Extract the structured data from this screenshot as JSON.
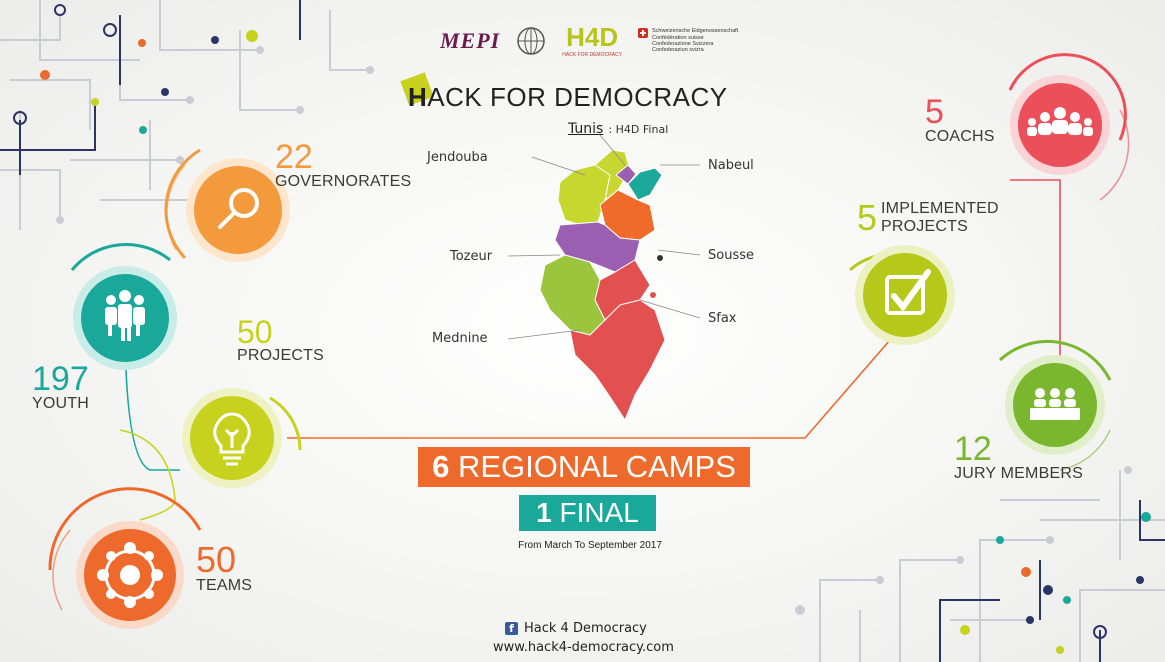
{
  "logos": {
    "mepi": "MEPI",
    "h4d_main": "H4D",
    "h4d_sub": "HACK FOR DEMOCRACY",
    "swiss_lines": [
      "Schweizerische Eidgenossenschaft",
      "Confédération suisse",
      "Confederazione Svizzera",
      "Confederaziun svizra"
    ]
  },
  "title": {
    "first_letter": "H",
    "rest": "ACK FOR DEMOCRACY"
  },
  "map": {
    "tunis_label": "Tunis",
    "tunis_note": ": H4D Final",
    "regions": [
      "Jendouba",
      "Nabeul",
      "Tozeur",
      "Sousse",
      "Mednine",
      "Sfax"
    ]
  },
  "stats": {
    "governorates": {
      "value": "22",
      "label": "GOVERNORATES",
      "color": "#f39a3c",
      "icon": "magnifier-icon"
    },
    "projects": {
      "value": "50",
      "label": "PROJECTS",
      "color": "#c8d21e",
      "icon": "lightbulb-icon"
    },
    "youth": {
      "value": "197",
      "label": "YOUTH",
      "color": "#1aa89a",
      "icon": "people-group-icon"
    },
    "teams": {
      "value": "50",
      "label": "TEAMS",
      "color": "#ee6a2c",
      "icon": "team-circle-icon"
    },
    "coachs": {
      "value": "5",
      "label": "COACHS",
      "color": "#ea4f5a",
      "icon": "coaches-icon"
    },
    "implemented": {
      "value": "5",
      "label_line1": "IMPLEMENTED",
      "label_line2": "PROJECTS",
      "color": "#b6c91a",
      "icon": "checkbox-icon"
    },
    "jury": {
      "value": "12",
      "label": "JURY MEMBERS",
      "color": "#7ab72f",
      "icon": "jury-table-icon"
    }
  },
  "banners": {
    "camps_number": "6",
    "camps_text": "REGIONAL CAMPS",
    "final_number": "1",
    "final_text": "FINAL",
    "dates": "From March To September 2017"
  },
  "footer": {
    "facebook": "Hack 4 Democracy",
    "website": "www.hack4-democracy.com"
  },
  "colors": {
    "orange_banner": "#ee6a2c",
    "green_banner": "#1aa89a",
    "map_red": "#e2514f",
    "map_lime": "#c8d630",
    "map_green": "#9ac53c",
    "map_purple": "#9b5fb2",
    "map_orange": "#f06a2a",
    "map_teal": "#1aa89a"
  }
}
